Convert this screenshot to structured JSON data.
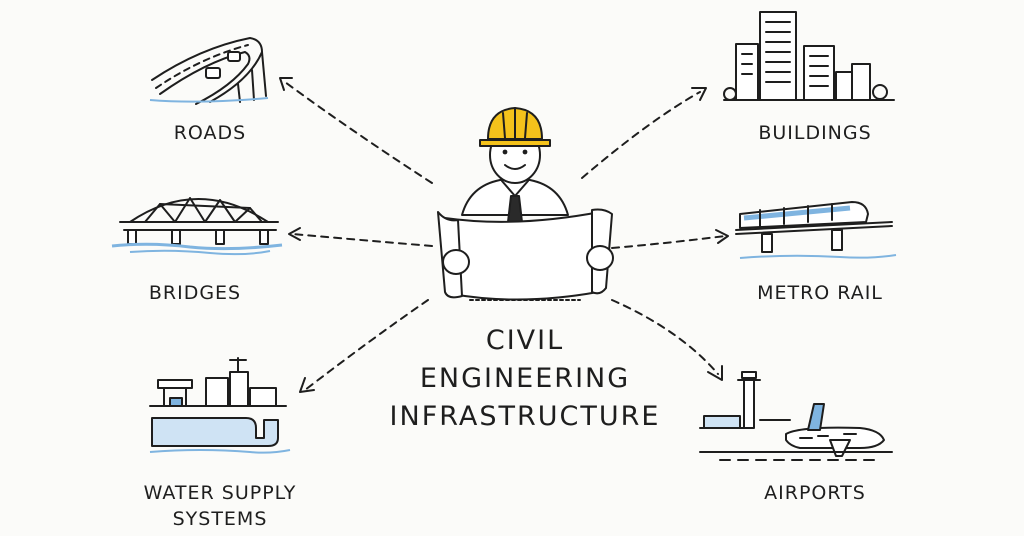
{
  "title": [
    "CIVIL",
    "ENGINEERING",
    "INFRASTRUCTURE"
  ],
  "labels": {
    "roads": "ROADS",
    "bridges": "BRIDGES",
    "water_line1": "WATER SUPPLY",
    "water_line2": "SYSTEMS",
    "buildings": "BUILDINGS",
    "metro": "METRO RAIL",
    "airports": "AIRPORTS"
  },
  "colors": {
    "ink": "#1e1e1e",
    "water": "#7fb4e0",
    "helmet": "#f4c21b",
    "background": "#fbfbf9"
  }
}
